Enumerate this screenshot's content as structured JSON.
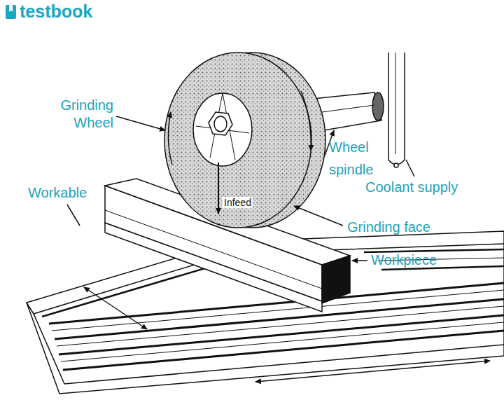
{
  "diagram": {
    "labels": [
      "testbook",
      "Grinding Wheel",
      "Workable",
      "Infeed",
      "Wheel spindle",
      "Coolant supply",
      "Grinding face",
      "Workpiece"
    ]
  }
}
